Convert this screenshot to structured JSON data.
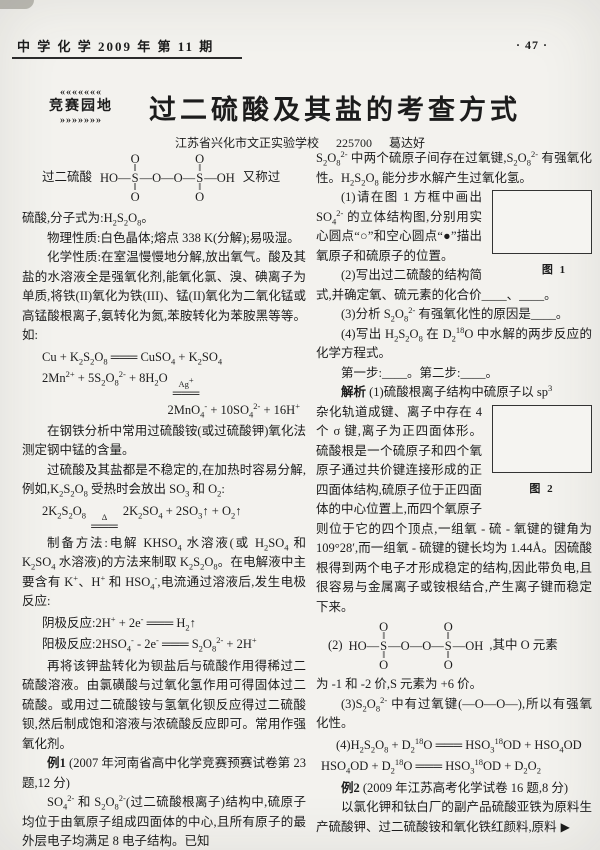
{
  "header": {
    "journal": "中 学 化 学  2009 年  第 11 期",
    "page_no": "· 47 ·"
  },
  "masthead": {
    "badge_top": "«««««««",
    "badge_text": "竞赛园地",
    "badge_bottom": "»»»»»»»",
    "title": "过二硫酸及其盐的考查方式",
    "school": "江苏省兴化市文正实验学校",
    "zip": "225700",
    "author": "葛达好"
  },
  "struct": {
    "o": "O",
    "bond": "‖",
    "s": "S",
    "ho": "HO—",
    "oo": "—O—O—",
    "oh": "—OH"
  },
  "left": {
    "f1_left": "过二硫酸",
    "f1_right": "又称过",
    "p1": "硫酸,分子式为:H_{2}S_{2}O_{8}。",
    "p2": "物理性质:白色晶体;熔点 338 K(分解);易吸湿。",
    "p3": "化学性质:在室温慢慢地分解,放出氧气。酸及其盐的水溶液全是强氧化剂,能氧化氯、溴、碘离子为单质,将铁(II)氧化为铁(III)、锰(II)氧化为二氧化锰或高锰酸根离子,氨转化为氮,苯胺转化为苯胺黑等等。如:",
    "eq1": "Cu + K_{2}S_{2}O_{8} ═══ CuSO_{4} + K_{2}SO_{4}",
    "eq2_left": "2Mn^{2+} + 5S_{2}O_{8}^{2-} + 8H_{2}O",
    "eq2_over": "Ag^{+}",
    "eq2_bar": "═══",
    "eq2_right": "2MnO_{4}^{-} + 10SO_{4}^{2-} + 16H^{+}",
    "p4": "在钢铁分析中常用过硫酸铵(或过硫酸钾)氧化法测定钢中锰的含量。",
    "p5": "过硫酸及其盐都是不稳定的,在加热时容易分解,例如,K_{2}S_{2}O_{8} 受热时会放出 SO_{3} 和 O_{2}:",
    "eq3_left": "2K_{2}S_{2}O_{8}",
    "eq3_over": "Δ",
    "eq3_bar": "═══",
    "eq3_right": "2K_{2}SO_{4} + 2SO_{3}↑ + O_{2}↑",
    "p6": "制备方法:电解 KHSO_{4} 水溶液(或 H_{2}SO_{4} 和 K_{2}SO_{4} 水溶液)的方法来制取 K_{2}S_{2}O_{8}。在电解液中主要含有 K^{+}、H^{+} 和 HSO_{4}^{-},电流通过溶液后,发生电极反应:",
    "eq4": "阴极反应:2H^{+} + 2e^{-} ═══ H_{2}↑",
    "eq5": "阳极反应:2HSO_{4}^{-} - 2e^{-} ═══ S_{2}O_{8}^{2-} + 2H^{+}",
    "p7": "再将该钾盐转化为钡盐后与硫酸作用得稀过二硫酸溶液。由氯磺酸与过氧化氢作用可得固体过二硫酸。或用过二硫酸铵与氢氧化钡反应得过二硫酸钡,然后制成饱和溶液与浓硫酸反应即可。常用作强氧化剂。",
    "ex1_label": "例1",
    "ex1_text": " (2007 年河南省高中化学竞赛预赛试卷第 23 题,12 分)",
    "p8": "SO_{4}^{2-} 和 S_{2}O_{8}^{2-}(过二硫酸根离子)结构中,硫原子均位于由氧原子组成四面体的中心,且所有原子的最外层电子均满足 8 电子结构。已知"
  },
  "right": {
    "p1": "S_{2}O_{8}^{2-} 中两个硫原子间存在过氧键,S_{2}O_{8}^{2-} 有强氧化性。H_{2}S_{2}O_{8} 能分步水解产生过氧化氢。",
    "fig1_caption": "图 1",
    "q1": "(1)请在图 1 方框中画出 SO_{4}^{2-} 的立体结构图,分别用实心圆点“○”和空心圆点“●”描出氧原子和硫原子的位置。",
    "q2": "(2)写出过二硫酸的结构简式,并确定氧、硫元素的化合价____、____。",
    "q3": "(3)分析 S_{2}O_{8}^{2-} 有强氧化性的原因是____。",
    "q4": "(4)写出 H_{2}S_{2}O_{8} 在 D_{2}^{18}O 中水解的两步反应的化学方程式。",
    "q5": "第一步:____。第二步:____。",
    "analysis_label": "解析",
    "a1_first": " (1)硫酸根离子结构中硫原子以 sp^{3}",
    "fig2_caption": "图 2",
    "a1_rest": "杂化轨道成键、离子中存在 4 个 σ 键,离子为正四面体形。硫酸根是一个硫原子和四个氧原子通过共价键连接形成的正四面体结构,硫原子位于正四面体的中心位置上,而四个氧原子则位于它的四个顶点,一组氧 - 硫 - 氧键的键角为 109°28′,而一组氧 - 硫键的键长均为 1.44Å。因硫酸根得到两个电子才形成稳定的结构,因此带负电,且很容易与金属离子或铵根结合,产生离子键而稳定下来。",
    "f2_prefix": "(2)",
    "f2_suffix": ",其中 O 元素",
    "a2b": "为 -1 和 -2 价,S 元素为 +6 价。",
    "a3": "(3)S_{2}O_{8}^{2-} 中有过氧键(—O—O—),所以有强氧化性。",
    "a4a": "(4)H_{2}S_{2}O_{8} + D_{2}^{18}O ═══ HSO_{3}^{18}OD + HSO_{4}OD",
    "a4b": "HSO_{4}OD + D_{2}^{18}O ═══ HSO_{3}^{18}OD + D_{2}O_{2}",
    "ex2_label": "例2",
    "ex2_text": " (2009 年江苏高考化学试卷 16 题,8 分)",
    "p_last": "以氯化钾和钛白厂的副产品硫酸亚铁为原料生产硫酸钾、过二硫酸铵和氧化铁红颜料,原料",
    "cont_marker": "▶"
  }
}
